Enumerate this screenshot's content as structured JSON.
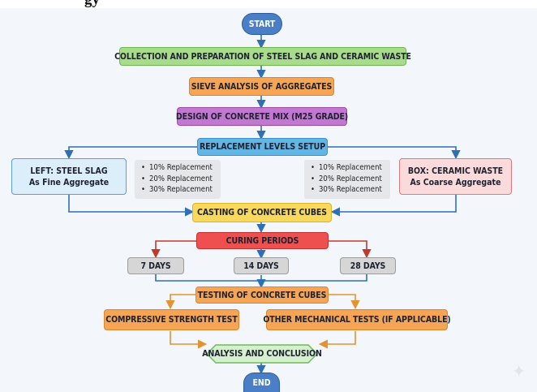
{
  "title_fragment": "gy",
  "nodes": {
    "start": "START",
    "collection": "COLLECTION AND PREPARATION OF STEEL SLAG AND CERAMIC WASTE",
    "sieve": "SIEVE ANALYSIS OF AGGREGATES",
    "design": "DESIGN OF CONCRETE MIX (M25 GRADE)",
    "replacement": "REPLACEMENT LEVELS SETUP",
    "left_line1": "LEFT: STEEL SLAG",
    "left_line2": "As Fine Aggregate",
    "right_line1": "BOX: CERAMIC WASTE",
    "right_line2": "As Coarse Aggregate",
    "casting": "CASTING OF CONCRETE CUBES",
    "curing": "CURING PERIODS",
    "days7": "7 DAYS",
    "days14": "14 DAYS",
    "days28": "28 DAYS",
    "testing": "TESTING OF CONCRETE CUBES",
    "compressive": "COMPRESSIVE STRENGTH TEST",
    "other": "OTHER MECHANICAL TESTS (IF APPLICABLE)",
    "analysis": "ANALYSIS AND CONCLUSION",
    "end": "END"
  },
  "left_levels": [
    "10% Replacement",
    "20% Replacement",
    "30% Replacement"
  ],
  "right_levels": [
    "10% Replacement",
    "20% Replacement",
    "30% Replacement"
  ],
  "colors": {
    "terminal": "#4a7fc8",
    "green": "#a9dc8a",
    "orange": "#f5a553",
    "purple": "#c277d0",
    "blue_bar": "#62b6e6",
    "steel_slag": "#dceefa",
    "ceramic": "#fadadb",
    "casting": "#f8d95b",
    "curing": "#ee4f4f",
    "days": "#d6d6d6",
    "analysis": "#d6efcf",
    "arrow": "#2f6fb4",
    "arrow_red": "#c0392b",
    "arrow_orange": "#e39330"
  },
  "icons": {
    "sparkle": "sparkle-icon"
  }
}
